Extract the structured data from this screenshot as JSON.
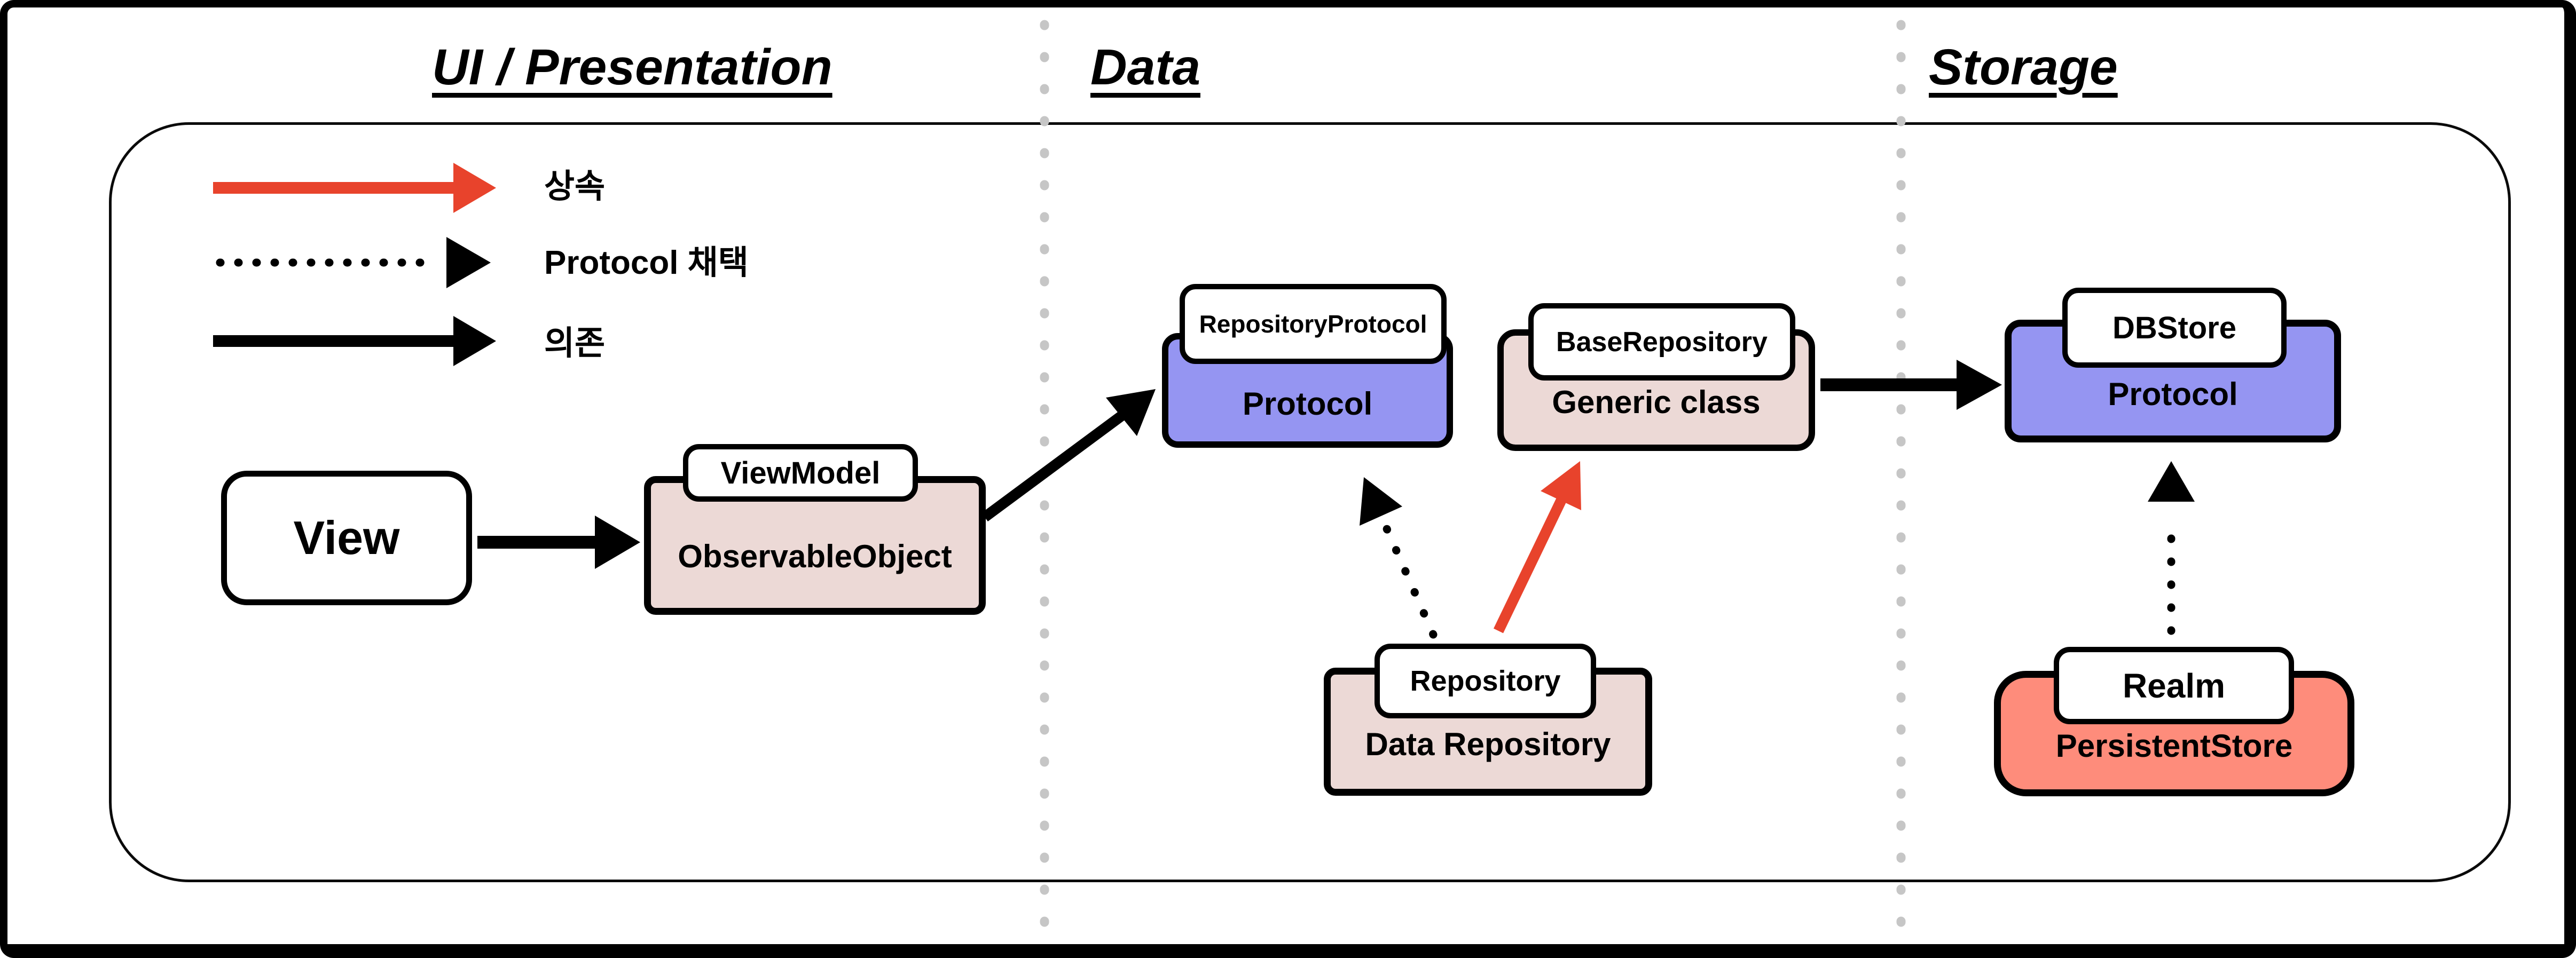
{
  "sections": [
    {
      "label": "UI / Presentation"
    },
    {
      "label": "Data"
    },
    {
      "label": "Storage"
    }
  ],
  "legend": {
    "items": [
      {
        "icon": "red-solid-arrow",
        "label": "상속"
      },
      {
        "icon": "black-dotted-arrow",
        "label": "Protocol 채택"
      },
      {
        "icon": "black-solid-arrow",
        "label": "의존"
      }
    ]
  },
  "nodes": {
    "view": {
      "label": "View"
    },
    "view_model": {
      "tag": "ViewModel",
      "label": "ObservableObject"
    },
    "repository_protocol": {
      "tag": "RepositoryProtocol",
      "label": "Protocol"
    },
    "base_repository": {
      "tag": "BaseRepository",
      "label": "Generic class"
    },
    "db_store": {
      "tag": "DBStore",
      "label": "Protocol"
    },
    "repository": {
      "tag": "Repository",
      "label": "Data Repository"
    },
    "persistent_store": {
      "tag": "Realm",
      "label": "PersistentStore"
    }
  },
  "edges": [
    {
      "from": "View",
      "to": "ViewModel (ObservableObject)",
      "type": "의존"
    },
    {
      "from": "ViewModel (ObservableObject)",
      "to": "RepositoryProtocol (Protocol)",
      "type": "의존"
    },
    {
      "from": "BaseRepository (Generic class)",
      "to": "DBStore (Protocol)",
      "type": "의존"
    },
    {
      "from": "Repository (Data Repository)",
      "to": "RepositoryProtocol (Protocol)",
      "type": "Protocol 채택"
    },
    {
      "from": "Repository (Data Repository)",
      "to": "BaseRepository (Generic class)",
      "type": "상속"
    },
    {
      "from": "Realm (PersistentStore)",
      "to": "DBStore (Protocol)",
      "type": "Protocol 채택"
    }
  ],
  "colors": {
    "inheritance_arrow_red": "#e8432c",
    "protocol_box_blue": "#9595f2",
    "class_box_pink": "#ecd9d6",
    "store_box_salmon": "#fe8c7b",
    "divider_dot_gray": "#c6c6c6",
    "tag_background": "#ffffff",
    "line_black": "#000000"
  }
}
